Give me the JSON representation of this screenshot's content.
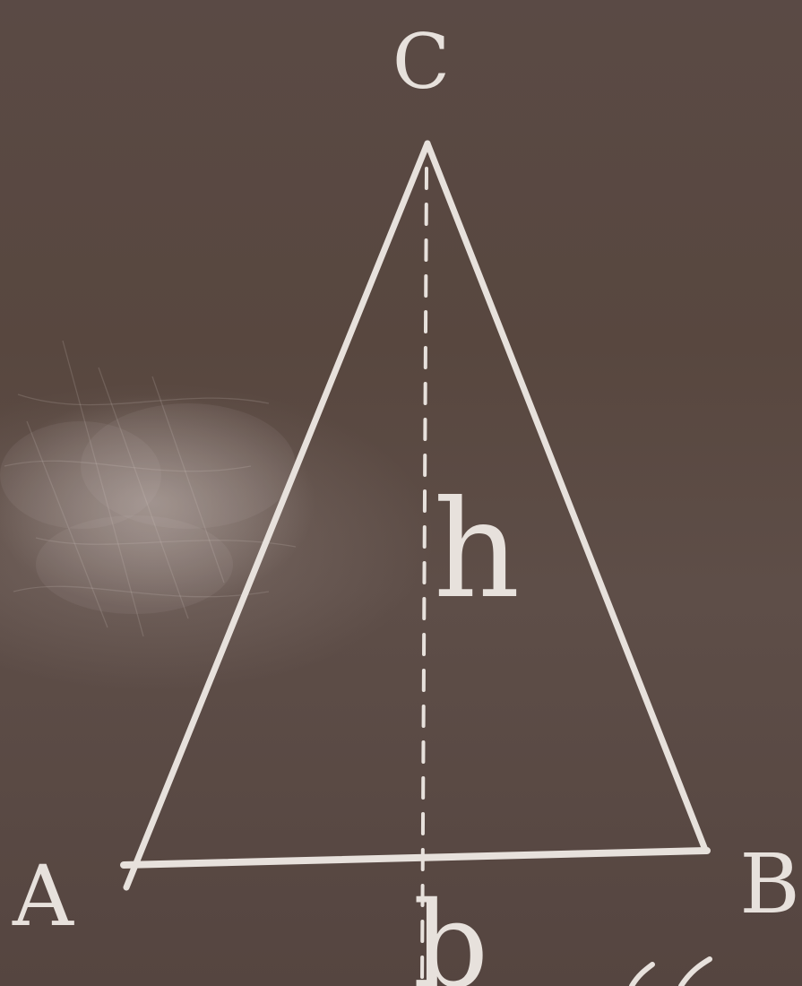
{
  "labels": {
    "vertex_c": "C",
    "vertex_a": "A",
    "vertex_b": "B",
    "height": "h",
    "base": "b"
  },
  "colors": {
    "chalk": "#e7e1dc",
    "board": "#5b4b46"
  }
}
